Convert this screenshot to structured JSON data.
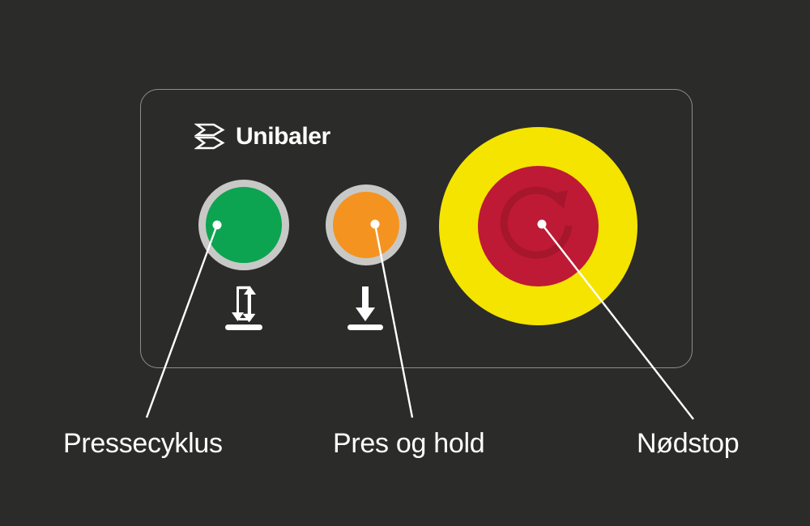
{
  "scene": {
    "background_color": "#2b2b2a",
    "panel_border_color": "#8d8d8b"
  },
  "brand": {
    "name": "Unibaler",
    "logo_icon": "stacked-bale-chevron-icon",
    "logo_color": "#ffffff"
  },
  "controls": [
    {
      "id": "press-cycle",
      "label": "Pressecyklus",
      "button_color": "#0ca450",
      "collar_color": "#c8c9c7",
      "pictogram_icon": "cycle-up-down-arrows-with-bar-icon",
      "pictogram_color": "#ffffff"
    },
    {
      "id": "press-and-hold",
      "label": "Pres og hold",
      "button_color": "#f59320",
      "collar_color": "#c8c9c7",
      "pictogram_icon": "down-arrow-to-bar-icon",
      "pictogram_color": "#ffffff"
    },
    {
      "id": "emergency-stop",
      "label": "Nødstop",
      "button_color": "#be1a35",
      "collar_color": "#f4e400",
      "pictogram_icon": "twist-to-release-rotation-arrow-icon",
      "pictogram_color": "#a6162d"
    }
  ],
  "callouts": {
    "leader_line_color": "#ffffff",
    "marker_color": "#ffffff",
    "text_color": "#ffffff"
  }
}
